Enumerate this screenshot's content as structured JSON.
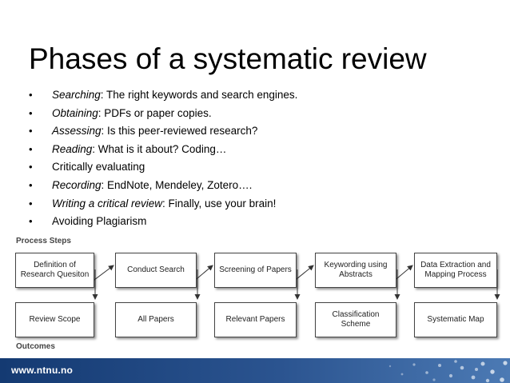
{
  "slide": {
    "title": "Phases of a systematic review",
    "bullet_symbol": "•",
    "bullets": [
      {
        "emphasis": "Searching",
        "rest": ": The right keywords and search engines."
      },
      {
        "emphasis": "Obtaining",
        "rest": ": PDFs or paper copies."
      },
      {
        "emphasis": "Assessing",
        "rest": ": Is this peer-reviewed research?"
      },
      {
        "emphasis": "Reading",
        "rest": ": What is it about? Coding…"
      },
      {
        "emphasis": "",
        "rest": "Critically evaluating"
      },
      {
        "emphasis": "Recording",
        "rest": ": EndNote, Mendeley, Zotero…."
      },
      {
        "emphasis": "Writing a critical review",
        "rest": ": Finally, use your brain!"
      },
      {
        "emphasis": "",
        "rest": "Avoiding Plagiarism"
      }
    ]
  },
  "diagram": {
    "process_label": "Process Steps",
    "outcomes_label": "Outcomes",
    "process_steps": [
      {
        "line1": "Definition of",
        "line2": "Research Quesiton"
      },
      {
        "line1": "Conduct Search",
        "line2": ""
      },
      {
        "line1": "Screening of Papers",
        "line2": ""
      },
      {
        "line1": "Keywording using",
        "line2": "Abstracts"
      },
      {
        "line1": "Data Extraction and",
        "line2": "Mapping Process"
      }
    ],
    "outcomes": [
      {
        "line1": "Review Scope",
        "line2": ""
      },
      {
        "line1": "All Papers",
        "line2": ""
      },
      {
        "line1": "Relevant Papers",
        "line2": ""
      },
      {
        "line1": "Classification",
        "line2": "Scheme"
      },
      {
        "line1": "Systematic Map",
        "line2": ""
      }
    ]
  },
  "footer": {
    "url": "www.ntnu.no"
  },
  "colors": {
    "footer_dark": "#143a72",
    "footer_light": "#4c7ab4",
    "box_border": "#444444"
  }
}
